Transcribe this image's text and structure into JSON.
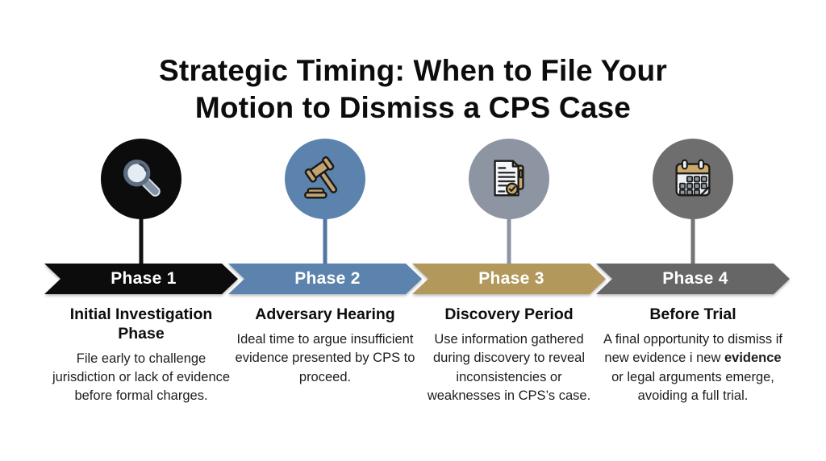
{
  "title": {
    "line1": "Strategic Timing: When to File Your",
    "line2": "Motion to Dismiss a CPS Case"
  },
  "phases": [
    {
      "banner_label": "Phase 1",
      "heading": "Initial Investigation Phase",
      "body": [
        {
          "text": "File early to challenge jurisdiction or lack of evidence before formal charges."
        }
      ],
      "icon": "magnifier-icon",
      "colors": {
        "circle": "#0c0c0c",
        "banner": "#0c0c0c",
        "connector": "#101010"
      }
    },
    {
      "banner_label": "Phase 2",
      "heading": "Adversary Hearing",
      "body": [
        {
          "text": "Ideal time to argue insufficient evidence presented by CPS to proceed."
        }
      ],
      "icon": "gavel-icon",
      "colors": {
        "circle": "#5b83ad",
        "banner": "#5b83ad",
        "connector": "#4f779f"
      }
    },
    {
      "banner_label": "Phase 3",
      "heading": "Discovery Period",
      "body": [
        {
          "text": "Use information gathered during discovery to reveal inconsistencies or weaknesses in CPS’s case."
        }
      ],
      "icon": "document-check-icon",
      "colors": {
        "circle": "#8d95a3",
        "banner": "#b3985c",
        "connector": "#8d95a3"
      }
    },
    {
      "banner_label": "Phase 4",
      "heading": "Before Trial",
      "body": [
        {
          "text": "A final opportunity to dismiss if new evidence i new "
        },
        {
          "text": "evidence",
          "bold": true
        },
        {
          "text": " or legal arguments emerge, avoiding a full trial."
        }
      ],
      "icon": "calendar-icon",
      "colors": {
        "circle": "#6e6e6e",
        "banner": "#666666",
        "connector": "#757575"
      }
    }
  ]
}
